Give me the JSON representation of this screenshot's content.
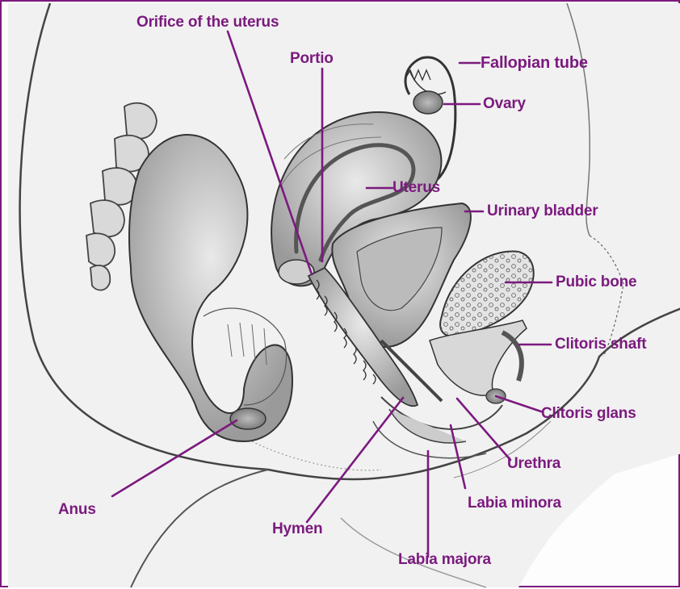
{
  "accent_color": "#7b1a7e",
  "labels": {
    "orifice": "Orifice of the uterus",
    "portio": "Portio",
    "fallopian": "Fallopian tube",
    "ovary": "Ovary",
    "uterus": "Uterus",
    "bladder": "Urinary bladder",
    "pubic": "Pubic bone",
    "clit_shaft": "Clitoris shaft",
    "clit_glans": "Clitoris glans",
    "urethra": "Urethra",
    "labia_minora": "Labia minora",
    "labia_majora": "Labia majora",
    "hymen": "Hymen",
    "anus": "Anus"
  }
}
